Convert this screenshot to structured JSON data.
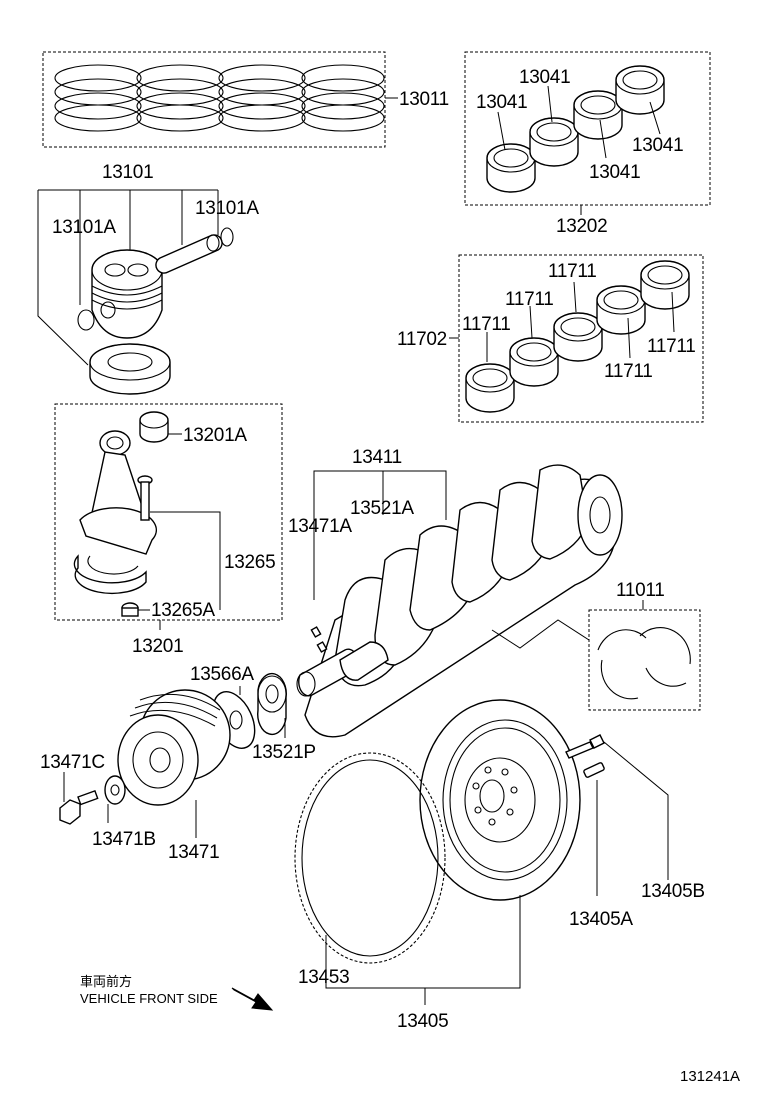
{
  "labels": {
    "l13011": "13011",
    "l13041a": "13041",
    "l13041b": "13041",
    "l13041c": "13041",
    "l13041d": "13041",
    "l13202": "13202",
    "l13101": "13101",
    "l13101A_left": "13101A",
    "l13101A_right": "13101A",
    "l11711a": "11711",
    "l11711b": "11711",
    "l11711c": "11711",
    "l11711d": "11711",
    "l11711e": "11711",
    "l11702": "11702",
    "l13201A": "13201A",
    "l13265": "13265",
    "l13265A": "13265A",
    "l13201": "13201",
    "l13411": "13411",
    "l13521A": "13521A",
    "l13471A": "13471A",
    "l11011": "11011",
    "l13566A": "13566A",
    "l13521P": "13521P",
    "l13471C": "13471C",
    "l13471B": "13471B",
    "l13471": "13471",
    "l13405B": "13405B",
    "l13405A": "13405A",
    "l13453": "13453",
    "l13405": "13405"
  },
  "front_note": {
    "japanese": "車両前方",
    "english": "VEHICLE FRONT SIDE"
  },
  "figure_id": "131241A",
  "icons": {
    "front_arrow": "arrow-down-right-icon"
  }
}
